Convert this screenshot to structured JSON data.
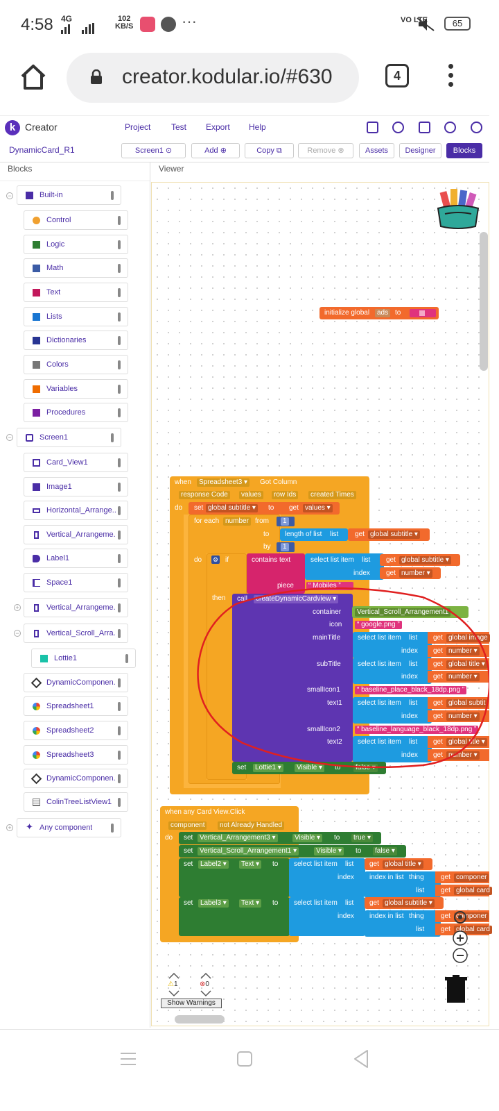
{
  "status_bar": {
    "time": "4:58",
    "network": "4G",
    "speed_value": "102",
    "speed_unit": "KB/S",
    "more": "···",
    "volte": "VO LTE",
    "battery": "65"
  },
  "browser": {
    "url": "creator.kodular.io/#630",
    "tab_count": "4"
  },
  "app": {
    "brand": "Creator",
    "menu": [
      "Project",
      "Test",
      "Export",
      "Help"
    ],
    "project_name": "DynamicCard_R1",
    "toolbar": {
      "screen": "Screen1",
      "add": "Add",
      "copy": "Copy",
      "remove": "Remove",
      "assets": "Assets",
      "designer": "Designer",
      "blocks": "Blocks"
    },
    "blocks_pane_title": "Blocks",
    "viewer_title": "Viewer"
  },
  "tree": {
    "builtin": "Built-in",
    "builtin_items": [
      "Control",
      "Logic",
      "Math",
      "Text",
      "Lists",
      "Dictionaries",
      "Colors",
      "Variables",
      "Procedures"
    ],
    "screen": "Screen1",
    "screen_items": [
      "Card_View1",
      "Image1",
      "Horizontal_Arrange...",
      "Vertical_Arrangeme...",
      "Label1",
      "Space1",
      "Vertical_Arrangeme...",
      "Vertical_Scroll_Arra..."
    ],
    "nested_item": "Lottie1",
    "after_items": [
      "DynamicComponen...",
      "Spreadsheet1",
      "Spreadsheet2",
      "Spreadsheet3",
      "DynamicComponen...",
      "ColinTreeListView1"
    ],
    "any_component": "Any component"
  },
  "blocks": {
    "init_global": "initialize global",
    "init_name": "ads",
    "init_to": "to",
    "when": "when",
    "event_component": "Spreadsheet3",
    "event_name": "Got Column",
    "params": [
      "response Code",
      "values",
      "row Ids",
      "created Times"
    ],
    "do": "do",
    "set": "set",
    "global_subtitle": "global subtitle",
    "to": "to",
    "get": "get",
    "values": "values",
    "for_each": "for each",
    "number": "number",
    "from": "from",
    "one": "1",
    "length_of_list": "length of list",
    "list": "list",
    "by": "by",
    "if": "if",
    "contains_text": "contains text",
    "select_list_item": "select list item",
    "index": "index",
    "piece": "piece",
    "mobiles": "Mobiles",
    "then": "then",
    "call": "call",
    "proc_name": "createDynamicCardview",
    "args": {
      "container": "container",
      "icon": "icon",
      "mainTitle": "mainTitle",
      "subTitle": "subTitle",
      "smallIcon1": "smallIcon1",
      "text1": "text1",
      "smallIcon2": "smallIcon2",
      "text2": "text2"
    },
    "vsa1": "Vertical_Scroll_Arrangement1",
    "google_png": "google.png",
    "global_image": "global image",
    "global_title": "global title",
    "place_png": "baseline_place_black_18dp.png",
    "lang_png": "baseline_language_black_18dp.png",
    "global_subtit": "global subtit",
    "lottie": "Lottie1",
    "visible": "Visible",
    "false": "false",
    "true": "true",
    "when_any": "when any Card View.Click",
    "component": "component",
    "not_handled": "not Already Handled",
    "va3": "Vertical_Arrangement3",
    "label2": "Label2",
    "label3": "Label3",
    "text_prop": "Text",
    "index_in_list": "index in list",
    "thing": "thing",
    "componer": "componer",
    "global_card": "global card"
  },
  "warnings": {
    "warn_count": "1",
    "error_count": "0",
    "show_warnings": "Show Warnings"
  }
}
